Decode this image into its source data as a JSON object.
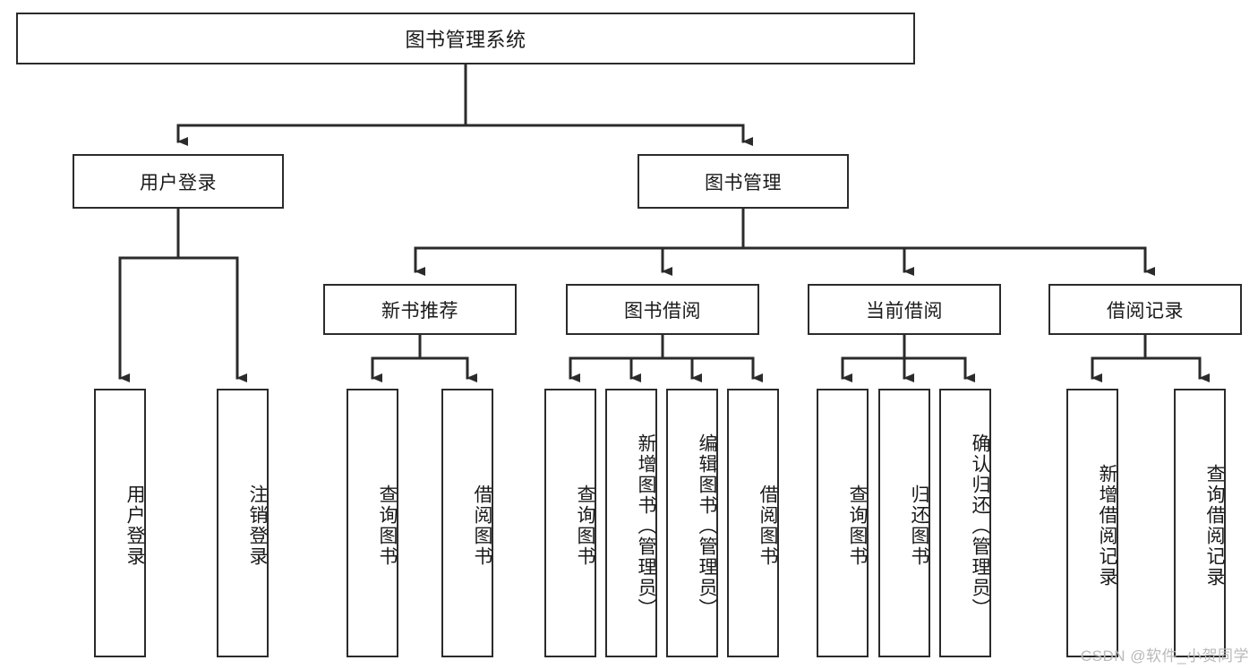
{
  "diagram": {
    "title": "图书管理系统",
    "type": "hierarchy-tree",
    "orientation": "top-down",
    "levels": 4,
    "colors": {
      "box_border": "#2b2b2b",
      "box_fill": "#ffffff",
      "connector": "#2b2b2b",
      "text": "#1a1a1a",
      "watermark": "#b9b9b9",
      "background": "#ffffff"
    },
    "root": {
      "id": "root",
      "label": "图书管理系统",
      "orientation": "horizontal"
    },
    "level2": [
      {
        "id": "user-login",
        "label": "用户登录",
        "orientation": "horizontal"
      },
      {
        "id": "book-management",
        "label": "图书管理",
        "orientation": "horizontal"
      }
    ],
    "level3": [
      {
        "id": "new-book-recommend",
        "label": "新书推荐",
        "orientation": "horizontal",
        "parent": "book-management"
      },
      {
        "id": "book-borrow",
        "label": "图书借阅",
        "orientation": "horizontal",
        "parent": "book-management"
      },
      {
        "id": "current-borrow",
        "label": "当前借阅",
        "orientation": "horizontal",
        "parent": "book-management"
      },
      {
        "id": "borrow-record",
        "label": "借阅记录",
        "orientation": "horizontal",
        "parent": "book-management"
      }
    ],
    "leaves": [
      {
        "id": "leaf-user-login",
        "label": "用户登录",
        "orientation": "vertical",
        "parent": "user-login"
      },
      {
        "id": "leaf-logout-login",
        "label": "注销登录",
        "orientation": "vertical",
        "parent": "user-login"
      },
      {
        "id": "leaf-query-book-1",
        "label": "查询图书",
        "orientation": "vertical",
        "parent": "new-book-recommend"
      },
      {
        "id": "leaf-borrow-book-1",
        "label": "借阅图书",
        "orientation": "vertical",
        "parent": "new-book-recommend"
      },
      {
        "id": "leaf-query-book-2",
        "label": "查询图书",
        "orientation": "vertical",
        "parent": "book-borrow"
      },
      {
        "id": "leaf-add-book-admin",
        "label": "新增图书（管理员）",
        "orientation": "vertical",
        "parent": "book-borrow"
      },
      {
        "id": "leaf-edit-book-admin",
        "label": "编辑图书（管理员）",
        "orientation": "vertical",
        "parent": "book-borrow"
      },
      {
        "id": "leaf-borrow-book-2",
        "label": "借阅图书",
        "orientation": "vertical",
        "parent": "book-borrow"
      },
      {
        "id": "leaf-query-book-3",
        "label": "查询图书",
        "orientation": "vertical",
        "parent": "current-borrow"
      },
      {
        "id": "leaf-return-book",
        "label": "归还图书",
        "orientation": "vertical",
        "parent": "current-borrow"
      },
      {
        "id": "leaf-confirm-return-admin",
        "label": "确认归还（管理员）",
        "orientation": "vertical",
        "parent": "current-borrow"
      },
      {
        "id": "leaf-add-borrow-record",
        "label": "新增借阅记录",
        "orientation": "vertical",
        "parent": "borrow-record"
      },
      {
        "id": "leaf-query-borrow-record",
        "label": "查询借阅记录",
        "orientation": "vertical",
        "parent": "borrow-record"
      }
    ],
    "watermark": "CSDN @软件_小贺同学"
  }
}
